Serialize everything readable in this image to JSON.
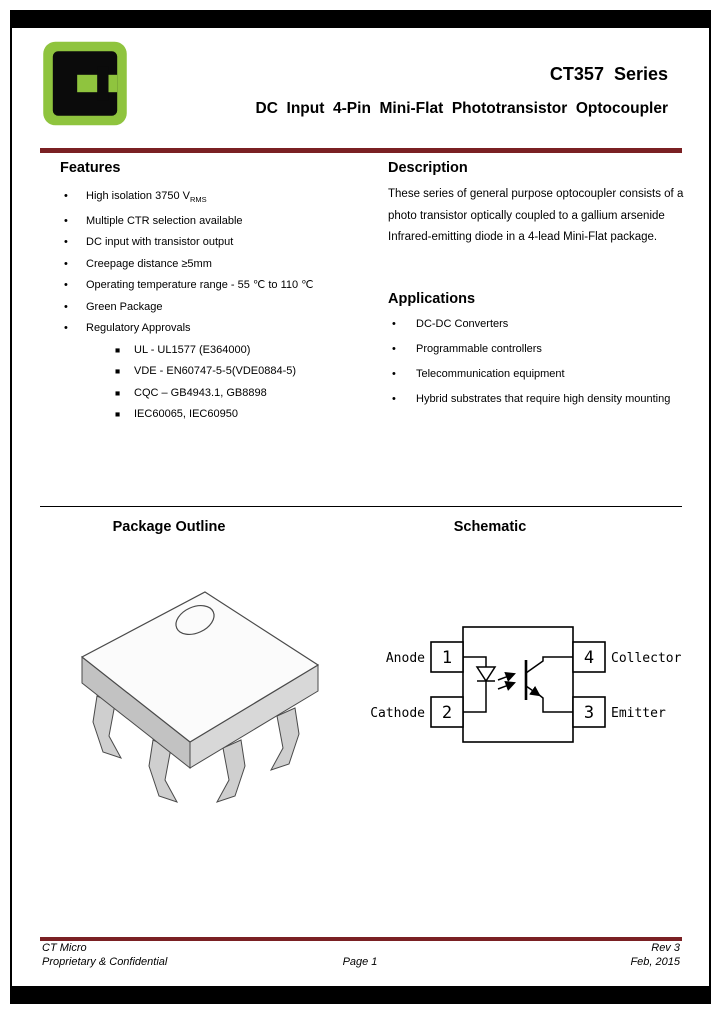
{
  "header": {
    "series": "CT357  Series",
    "title": "DC  Input  4-Pin  Mini-Flat  Phototransistor  Optocoupler"
  },
  "icons": {
    "bullet": "•",
    "square_bullet": "■"
  },
  "features": {
    "heading": "Features",
    "bullets": [
      {
        "text": "High isolation 3750 V",
        "sub": "RMS"
      },
      {
        "text": "Multiple CTR selection available"
      },
      {
        "text": "DC input with transistor output"
      },
      {
        "text": "Creepage distance ≥5mm"
      },
      {
        "text": "Operating temperature range - 55 ℃ to 110 ℃"
      },
      {
        "text": "Green Package"
      },
      {
        "text": "Regulatory Approvals"
      }
    ],
    "approvals": [
      "UL - UL1577 (E364000)",
      "VDE - EN60747-5-5(VDE0884-5)",
      "CQC – GB4943.1, GB8898",
      "IEC60065, IEC60950"
    ]
  },
  "description": {
    "heading": "Description",
    "text": "These series of general purpose optocoupler consists of a photo transistor optically coupled to a gallium arsenide Infrared-emitting diode in a 4-lead Mini-Flat package."
  },
  "applications": {
    "heading": "Applications",
    "items": [
      "DC-DC Converters",
      "Programmable controllers",
      "Telecommunication equipment",
      "Hybrid substrates that require high density mounting"
    ]
  },
  "sections": {
    "package_outline": "Package Outline",
    "schematic": "Schematic"
  },
  "schematic": {
    "pins": [
      {
        "number": "1",
        "label": "Anode"
      },
      {
        "number": "2",
        "label": "Cathode"
      },
      {
        "number": "4",
        "label": "Collector"
      },
      {
        "number": "3",
        "label": "Emitter"
      }
    ]
  },
  "footer": {
    "company": "CT Micro",
    "confidential": "Proprietary & Confidential",
    "page": "Page 1",
    "rev": "Rev 3",
    "date": "Feb, 2015"
  },
  "colors": {
    "logo_green": "#8fc43e",
    "rule_maroon": "#7a2023"
  }
}
